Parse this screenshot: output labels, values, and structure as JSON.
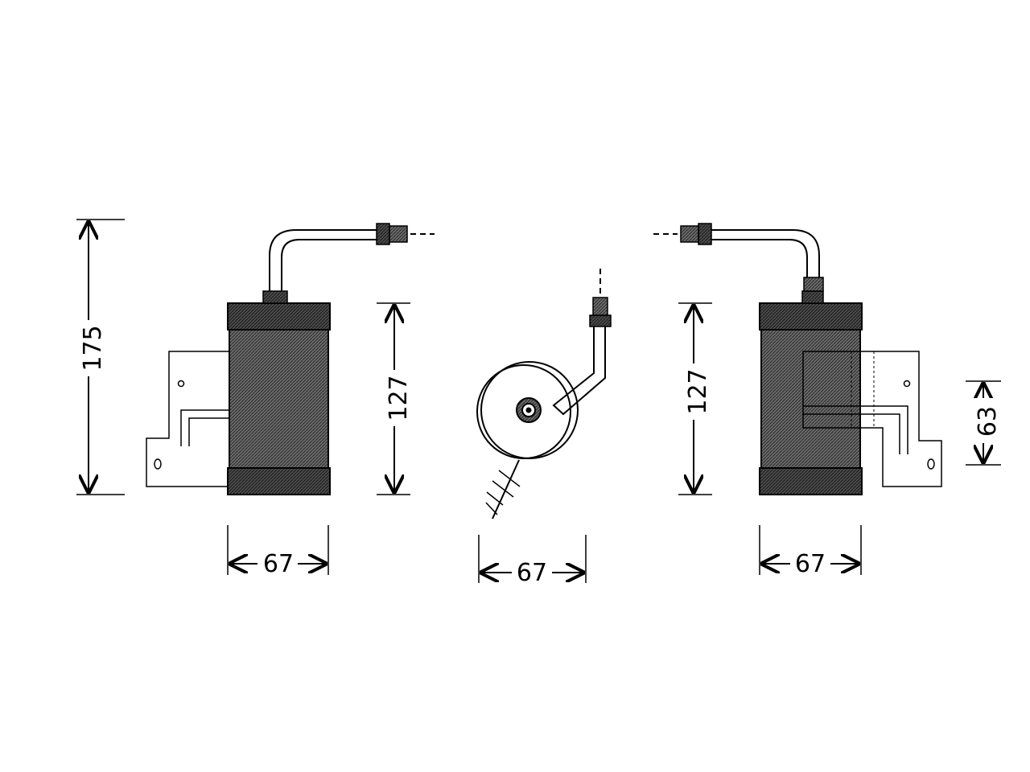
{
  "dimensions": {
    "left_height": "175",
    "left_body_height": "127",
    "left_width": "67",
    "center_width": "67",
    "right_body_height": "127",
    "right_bracket_height": "63",
    "right_width": "67"
  },
  "colors": {
    "line": "#000000",
    "body_fill": "#5a5a5a",
    "cap_fill": "#3c3c3c",
    "background": "#ffffff"
  }
}
